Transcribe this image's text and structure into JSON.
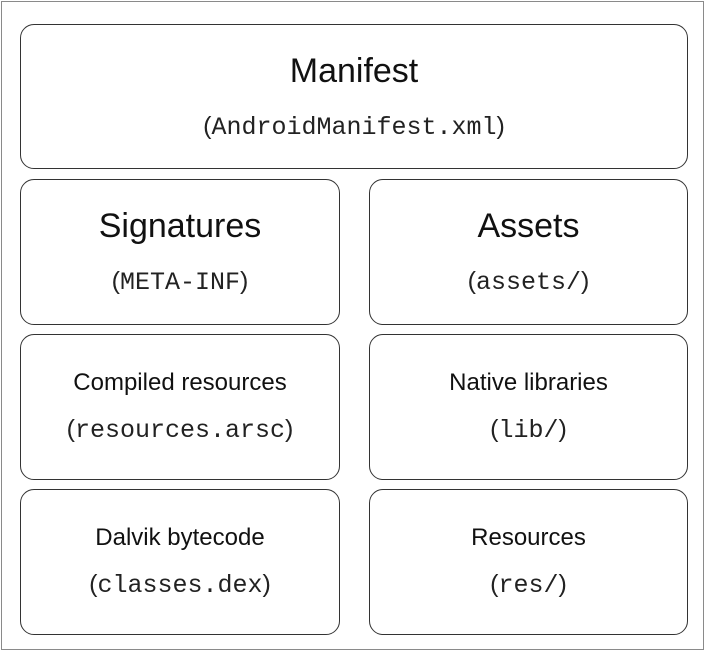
{
  "boxes": {
    "manifest": {
      "title": "Manifest",
      "path": "AndroidManifest.xml"
    },
    "signatures": {
      "title": "Signatures",
      "path": "META-INF"
    },
    "assets": {
      "title": "Assets",
      "path": "assets/"
    },
    "compiled": {
      "title": "Compiled resources",
      "path": "resources.arsc"
    },
    "native": {
      "title": "Native libraries",
      "path": "lib/"
    },
    "dalvik": {
      "title": "Dalvik bytecode",
      "path": "classes.dex"
    },
    "resources": {
      "title": "Resources",
      "path": "res/"
    }
  },
  "colors": {
    "border": "#333333",
    "frame": "#8a8a8a",
    "text": "#111111"
  }
}
